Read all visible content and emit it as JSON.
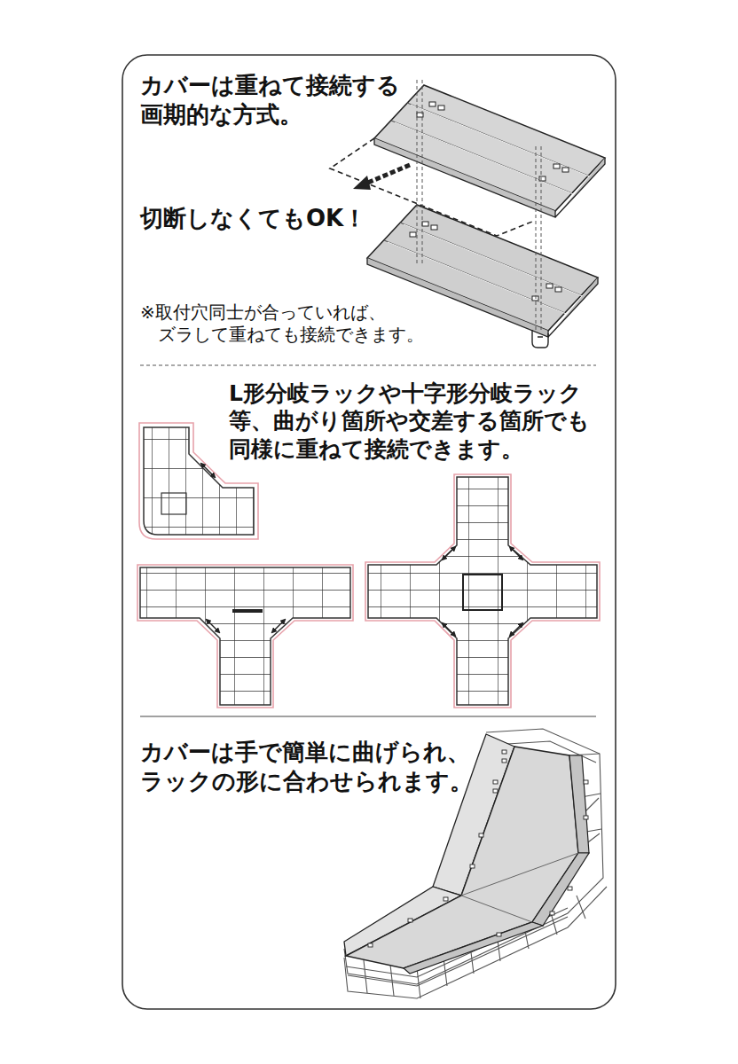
{
  "diagram": {
    "labels": [
      "カバーは重ねて接続する 画期的な方式。",
      "切断しなくてもOK！",
      "※取付穴同士が合っていれば、 ズラして重ねても接続できます。",
      "L形分岐ラックや十字形分岐ラック 等、曲がり箇所や交差する箇所でも 同様に重ねて接続できます。",
      "カバーは手で簡単に曲げられ、 ラックの形に合わせられます。"
    ]
  }
}
